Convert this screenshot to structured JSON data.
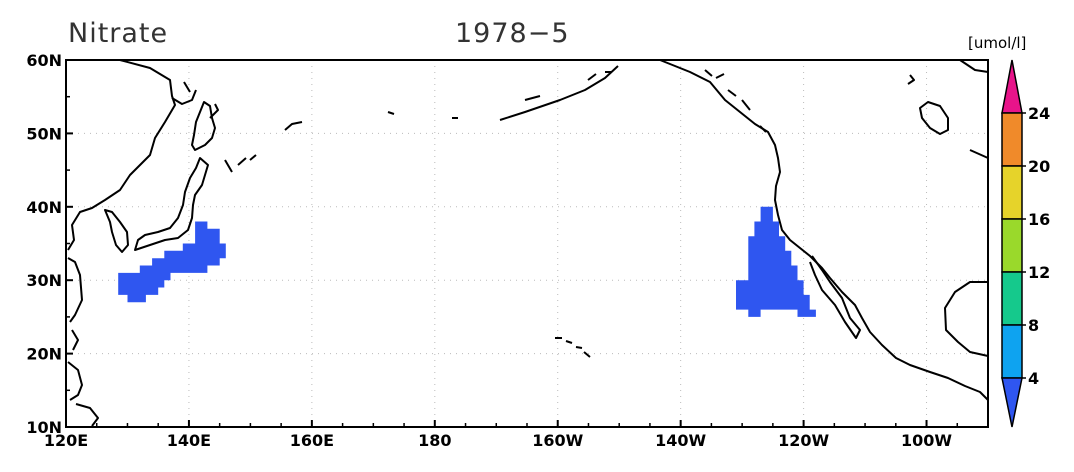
{
  "map": {
    "title_left": "Nitrate",
    "title_center": "1978−5",
    "lon_range": [
      120,
      270
    ],
    "lat_range": [
      10,
      60
    ],
    "lon_ticks": [
      {
        "lon": 120,
        "label": "120E"
      },
      {
        "lon": 140,
        "label": "140E"
      },
      {
        "lon": 160,
        "label": "160E"
      },
      {
        "lon": 180,
        "label": "180"
      },
      {
        "lon": 200,
        "label": "160W"
      },
      {
        "lon": 220,
        "label": "140W"
      },
      {
        "lon": 240,
        "label": "120W"
      },
      {
        "lon": 260,
        "label": "100W"
      }
    ],
    "lat_ticks": [
      {
        "lat": 10,
        "label": "10N"
      },
      {
        "lat": 20,
        "label": "20N"
      },
      {
        "lat": 30,
        "label": "30N"
      },
      {
        "lat": 40,
        "label": "40N"
      },
      {
        "lat": 50,
        "label": "50N"
      },
      {
        "lat": 60,
        "label": "60N"
      }
    ],
    "grid_lines": "dotted"
  },
  "colorbar": {
    "unit": "[umol/l]",
    "labels": [
      "4",
      "8",
      "12",
      "16",
      "20",
      "24"
    ],
    "colors": [
      "#2f56f0",
      "#0ea3f0",
      "#15c98c",
      "#9ad92b",
      "#e6d32a",
      "#f08a2a",
      "#e8148a"
    ]
  },
  "chart_data": {
    "type": "heatmap",
    "variable": "Nitrate",
    "time": "1978-5",
    "unit": "umol/l",
    "cells": [
      {
        "region": "off Japan",
        "value_range": "< 4",
        "color": "#2f56f0",
        "polygon_lonlat": [
          [
            128.5,
            31
          ],
          [
            132,
            31
          ],
          [
            132,
            32
          ],
          [
            134,
            32
          ],
          [
            134,
            33
          ],
          [
            136,
            33
          ],
          [
            136,
            34
          ],
          [
            139,
            34
          ],
          [
            139,
            35
          ],
          [
            141,
            35
          ],
          [
            141,
            38
          ],
          [
            143,
            38
          ],
          [
            143,
            37
          ],
          [
            145,
            37
          ],
          [
            145,
            35
          ],
          [
            146,
            35
          ],
          [
            146,
            33
          ],
          [
            145,
            33
          ],
          [
            145,
            32
          ],
          [
            143,
            32
          ],
          [
            143,
            31
          ],
          [
            137,
            31
          ],
          [
            137,
            30
          ],
          [
            136,
            30
          ],
          [
            136,
            29
          ],
          [
            135,
            29
          ],
          [
            135,
            28
          ],
          [
            133,
            28
          ],
          [
            133,
            27
          ],
          [
            130,
            27
          ],
          [
            130,
            28
          ],
          [
            128.5,
            28
          ]
        ]
      },
      {
        "region": "off California",
        "value_range": "< 4",
        "color": "#2f56f0",
        "polygon_lonlat": [
          [
            229,
            30
          ],
          [
            231,
            30
          ],
          [
            231,
            36
          ],
          [
            232,
            36
          ],
          [
            232,
            38
          ],
          [
            233,
            38
          ],
          [
            233,
            40
          ],
          [
            235,
            40
          ],
          [
            235,
            38
          ],
          [
            236,
            38
          ],
          [
            236,
            36
          ],
          [
            237,
            36
          ],
          [
            237,
            34
          ],
          [
            238,
            34
          ],
          [
            238,
            32
          ],
          [
            239,
            32
          ],
          [
            239,
            30
          ],
          [
            240,
            30
          ],
          [
            240,
            28
          ],
          [
            241,
            28
          ],
          [
            241,
            26
          ],
          [
            242,
            26
          ],
          [
            242,
            25
          ],
          [
            239,
            25
          ],
          [
            239,
            26
          ],
          [
            233,
            26
          ],
          [
            233,
            25
          ],
          [
            231,
            25
          ],
          [
            231,
            26
          ],
          [
            229,
            26
          ]
        ]
      }
    ]
  }
}
